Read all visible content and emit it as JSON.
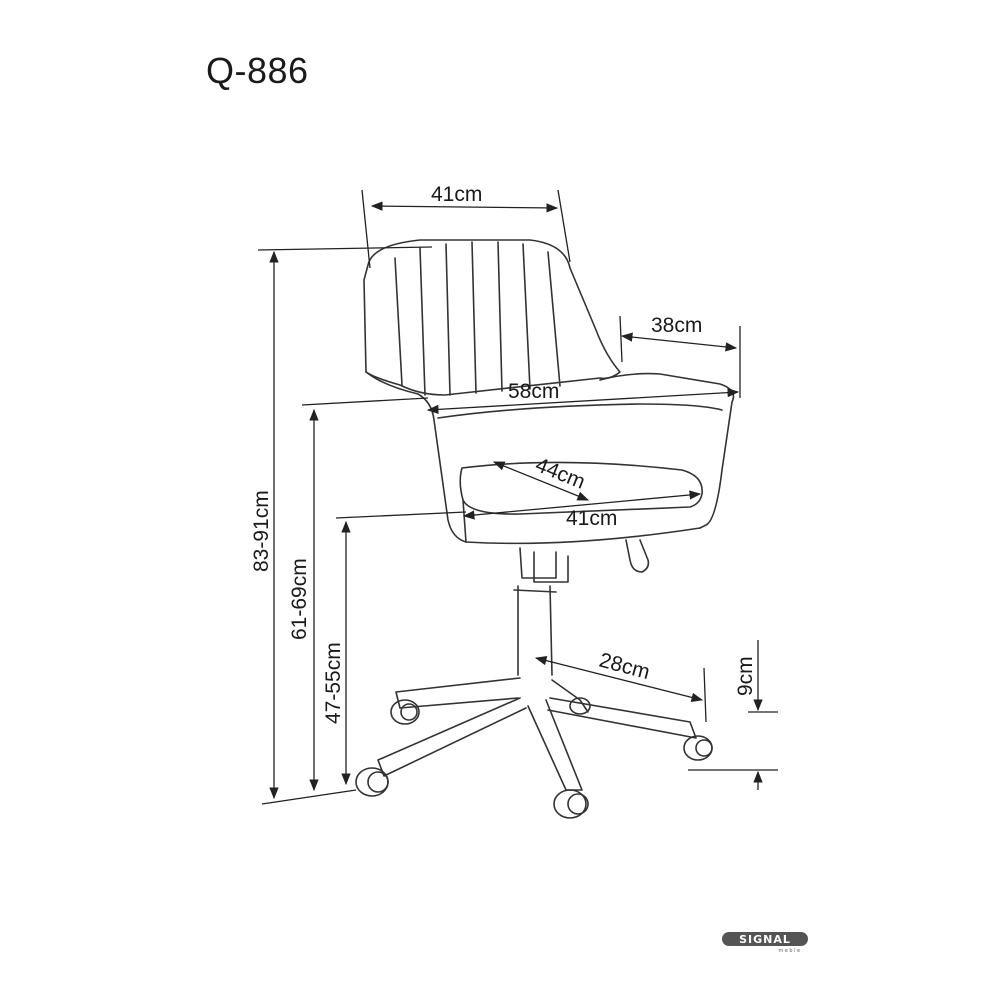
{
  "product": {
    "model": "Q-886"
  },
  "dimensions": {
    "back_width": "41cm",
    "armrest_depth": "38cm",
    "total_width": "58cm",
    "seat_depth": "44cm",
    "seat_width": "41cm",
    "total_height": "83-91cm",
    "armrest_height": "61-69cm",
    "seat_height": "47-55cm",
    "base_radius": "28cm",
    "caster_height": "9cm"
  },
  "brand": {
    "name": "SIGNAL",
    "sub": "meble"
  },
  "colors": {
    "ink": "#1a1a1a",
    "line": "#333333"
  }
}
